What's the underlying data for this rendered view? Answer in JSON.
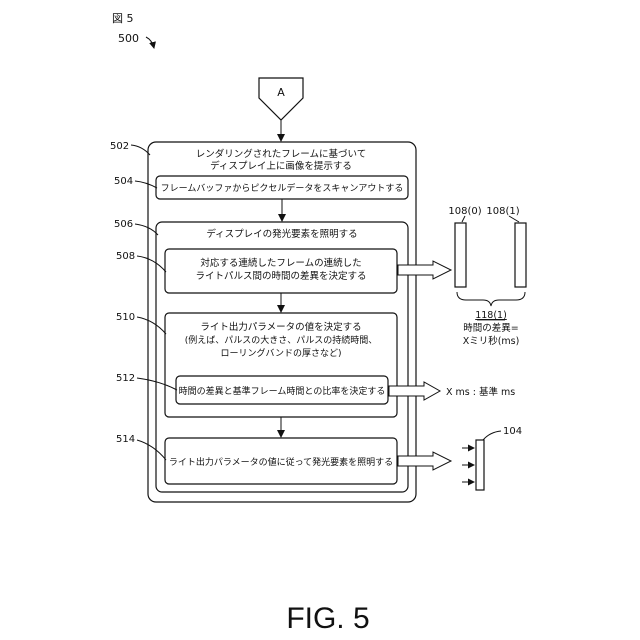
{
  "figure": {
    "top_label": "図 5",
    "caption": "FIG. 5",
    "ref_main": "500"
  },
  "connector": {
    "label": "A"
  },
  "steps": {
    "s502": {
      "ref": "502",
      "line1": "レンダリングされたフレームに基づいて",
      "line2": "ディスプレイ上に画像を提示する"
    },
    "s504": {
      "ref": "504",
      "text": "フレームバッファからピクセルデータをスキャンアウトする"
    },
    "s506": {
      "ref": "506",
      "text": "ディスプレイの発光要素を照明する"
    },
    "s508": {
      "ref": "508",
      "line1": "対応する連続したフレームの連続した",
      "line2": "ライトパルス間の時間の差異を決定する"
    },
    "s510": {
      "ref": "510",
      "line1": "ライト出力パラメータの値を決定する",
      "line2": "(例えば、パルスの大きさ、パルスの持続時間、",
      "line3": "ローリングバンドの厚さなど)"
    },
    "s512": {
      "ref": "512",
      "text": "時間の差異と基準フレーム時間との比率を決定する"
    },
    "s514": {
      "ref": "514",
      "text": "ライト出力パラメータの値に従って発光要素を照明する"
    }
  },
  "side": {
    "pulse_left_label": "108(0)",
    "pulse_right_label": "108(1)",
    "diff_ref": "118(1)",
    "diff_line1": "時間の差異=",
    "diff_line2": "Xミリ秒(ms)",
    "ratio_text": "X ms : 基準 ms",
    "element_ref": "104"
  }
}
